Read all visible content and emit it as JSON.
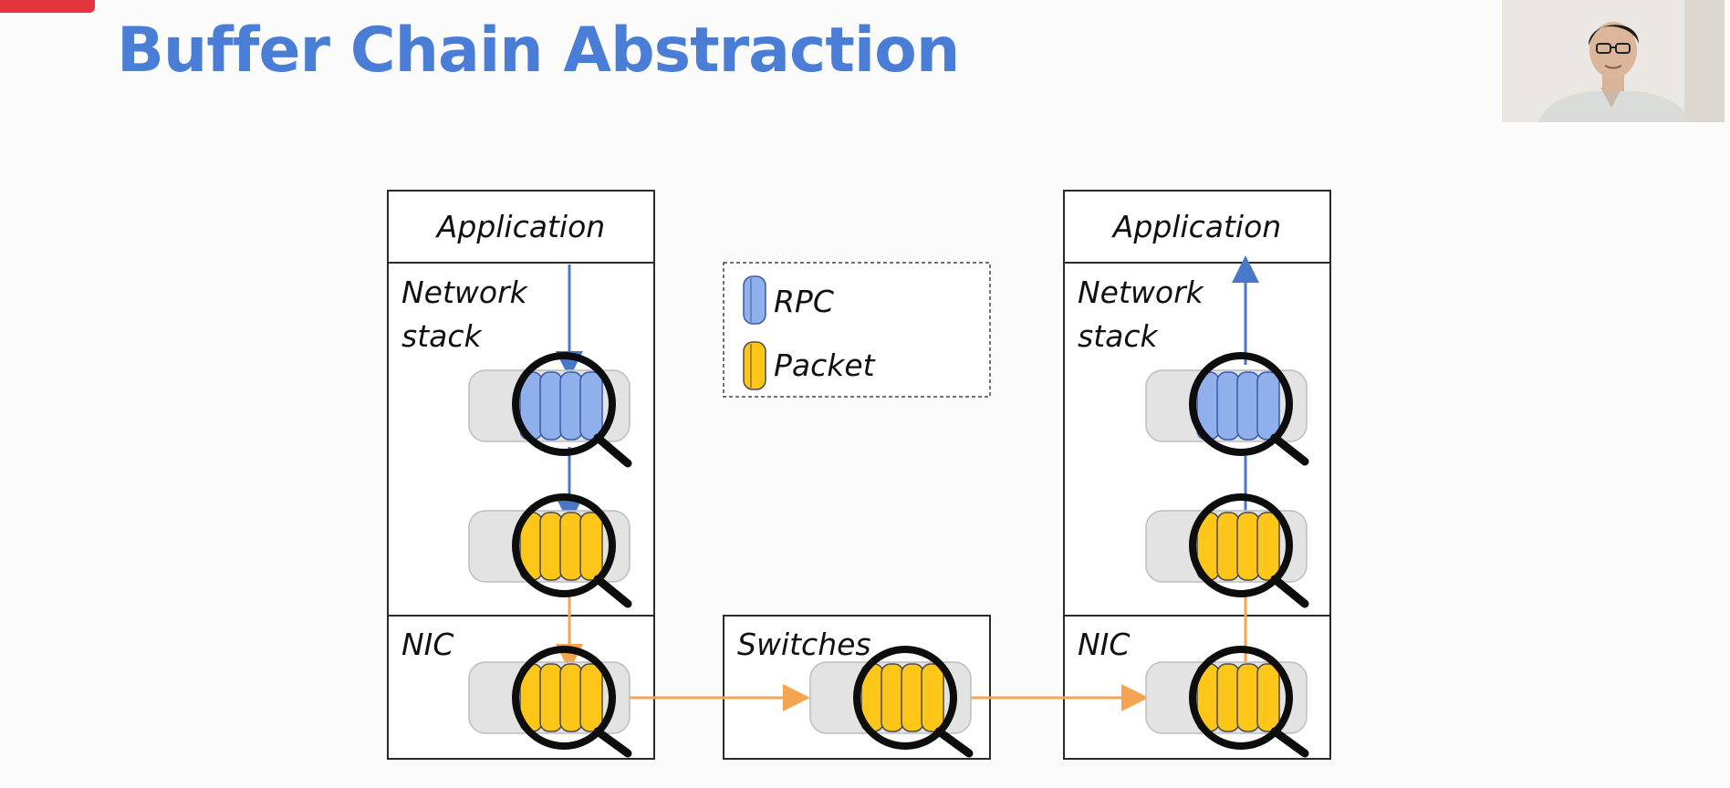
{
  "slide": {
    "title": "Buffer Chain Abstraction"
  },
  "diagram": {
    "sender": {
      "application": "Application",
      "network_stack_line1": "Network",
      "network_stack_line2": "stack",
      "nic": "NIC"
    },
    "switches": {
      "label": "Switches"
    },
    "receiver": {
      "application": "Application",
      "network_stack_line1": "Network",
      "network_stack_line2": "stack",
      "nic": "NIC"
    },
    "legend": {
      "rpc": "RPC",
      "packet": "Packet"
    },
    "colors": {
      "rpc": "#8fb0ec",
      "packet": "#ffc61a",
      "flow_rpc": "#4a78c8",
      "flow_packet": "#f5a552",
      "title": "#4a7dd6"
    },
    "icons": [
      "magnifying-glass-icon",
      "buffer-queue-icon",
      "arrow-icon"
    ]
  }
}
